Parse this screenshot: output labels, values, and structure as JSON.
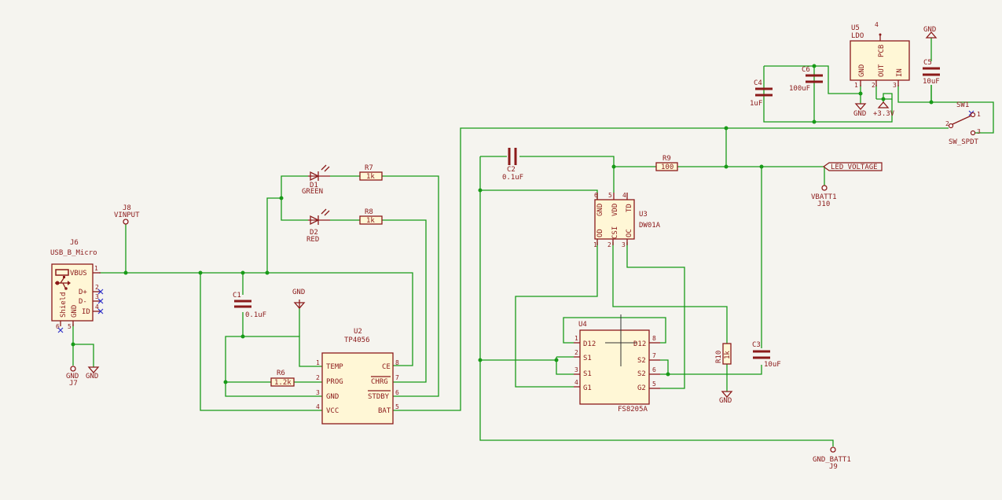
{
  "components": {
    "J6": {
      "ref": "J6",
      "value": "USB_B_Micro",
      "pins": {
        "vbus": "VBUS",
        "dp": "D+",
        "dm": "D-",
        "id": "ID",
        "gnd": "GND",
        "shield": "Shield",
        "n1": "1",
        "n2": "2",
        "n3": "3",
        "n4": "4",
        "n5": "5",
        "n6": "6"
      }
    },
    "J8": {
      "ref": "J8",
      "value": "VINPUT"
    },
    "J7": {
      "ref": "J7",
      "value": "GND"
    },
    "J9": {
      "ref": "J9",
      "value": "GND_BATT1"
    },
    "J10": {
      "ref": "J10",
      "value": "VBATT1"
    },
    "C1": {
      "ref": "C1",
      "value": "0.1uF"
    },
    "C2": {
      "ref": "C2",
      "value": "0.1uF"
    },
    "C3": {
      "ref": "C3",
      "value": "10uF"
    },
    "C4": {
      "ref": "C4",
      "value": "1uF"
    },
    "C5": {
      "ref": "C5",
      "value": "10uF"
    },
    "C6": {
      "ref": "C6",
      "value": "100uF"
    },
    "R6": {
      "ref": "R6",
      "value": "1.2k"
    },
    "R7": {
      "ref": "R7",
      "value": "1k"
    },
    "R8": {
      "ref": "R8",
      "value": "1k"
    },
    "R9": {
      "ref": "R9",
      "value": "100"
    },
    "R10": {
      "ref": "R10",
      "value": "1k"
    },
    "D1": {
      "ref": "D1",
      "value": "GREEN"
    },
    "D2": {
      "ref": "D2",
      "value": "RED"
    },
    "U2": {
      "ref": "U2",
      "value": "TP4056",
      "pins": [
        "TEMP",
        "PROG",
        "GND",
        "VCC",
        "CE",
        "CHRG",
        "STDBY",
        "BAT"
      ],
      "nums": [
        "1",
        "2",
        "3",
        "4",
        "8",
        "7",
        "6",
        "5"
      ]
    },
    "U3": {
      "ref": "U3",
      "value": "DW01A",
      "pins": [
        "GND",
        "VDD",
        "TD",
        "OD",
        "CSI",
        "OC"
      ],
      "nums": [
        "6",
        "5",
        "4",
        "1",
        "2",
        "3"
      ]
    },
    "U4": {
      "ref": "U4",
      "value": "FS8205A",
      "pins": [
        "D12",
        "S1",
        "S1",
        "G1",
        "D12",
        "S2",
        "S2",
        "G2"
      ],
      "nums": [
        "1",
        "2",
        "3",
        "4",
        "8",
        "7",
        "6",
        "5"
      ]
    },
    "U5": {
      "ref": "U5",
      "value": "LDO",
      "pins": [
        "GND",
        "OUT",
        "IN",
        "PCB"
      ],
      "nums": [
        "1",
        "2",
        "3",
        "4"
      ]
    },
    "SW1": {
      "ref": "SW1",
      "value": "SW_SPDT",
      "nums": [
        "1",
        "2",
        "3"
      ]
    }
  },
  "power": {
    "gnd": "GND",
    "v33": "+3.3V"
  },
  "labels": {
    "led_voltage": "LED_VOLTAGE"
  },
  "colors": {
    "wire": "#189a18",
    "symbol": "#8b1a1a",
    "fill": "#fff7d6",
    "background": "#f5f4ef",
    "noconnect": "#3030c8"
  }
}
